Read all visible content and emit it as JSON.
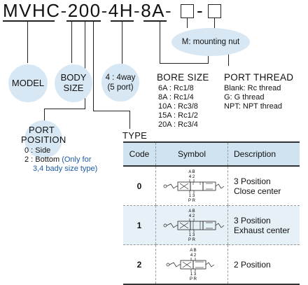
{
  "part_number": {
    "model": "MVHC",
    "sep1": "-",
    "body": "200",
    "sep2": "-",
    "ports": "4H",
    "sep3": "-",
    "bore": "8A",
    "sep4": "-",
    "sep5": "-"
  },
  "mounting_nut": {
    "label": "M: mounting nut"
  },
  "model": {
    "label": "MODEL"
  },
  "body_size": {
    "line1": "BODY",
    "line2": "SIZE"
  },
  "way": {
    "line1": "4 : 4way",
    "line2": "(5 port)"
  },
  "bore_size": {
    "title": "BORE SIZE",
    "items": [
      "6A : Rc1/8",
      "8A : Rc1/4",
      "10A : Rc3/8",
      "15A : Rc1/2",
      "20A : Rc3/4"
    ]
  },
  "port_thread": {
    "title": "PORT THREAD",
    "items": [
      "Blank: Rc thread",
      "G: G thread",
      "NPT: NPT thread"
    ]
  },
  "port_position": {
    "line1": "PORT",
    "line2": "POSITION",
    "option0": "0 : Side",
    "option2": "2 : Bottom",
    "note_a": "(Only for",
    "note_b": "3,4 bady size type)"
  },
  "type": {
    "title": "TYPE",
    "headers": [
      "Code",
      "Symbol",
      "Description"
    ],
    "rows": [
      {
        "code": "0",
        "desc1": "3 Position",
        "desc2": "Close center"
      },
      {
        "code": "1",
        "desc1": "3 Position",
        "desc2": "Exhaust center"
      },
      {
        "code": "2",
        "desc1": "2 Position",
        "desc2": ""
      }
    ],
    "symbol_labels": {
      "ab": "A B",
      "n42": "4 2",
      "n13": "1 3",
      "pr": "P R"
    }
  },
  "colors": {
    "circle_fill": "#d7e8f4",
    "header_fill": "#d0e3f0",
    "shade_row": "#e6f0f7",
    "note_blue": "#1d5ca8"
  }
}
